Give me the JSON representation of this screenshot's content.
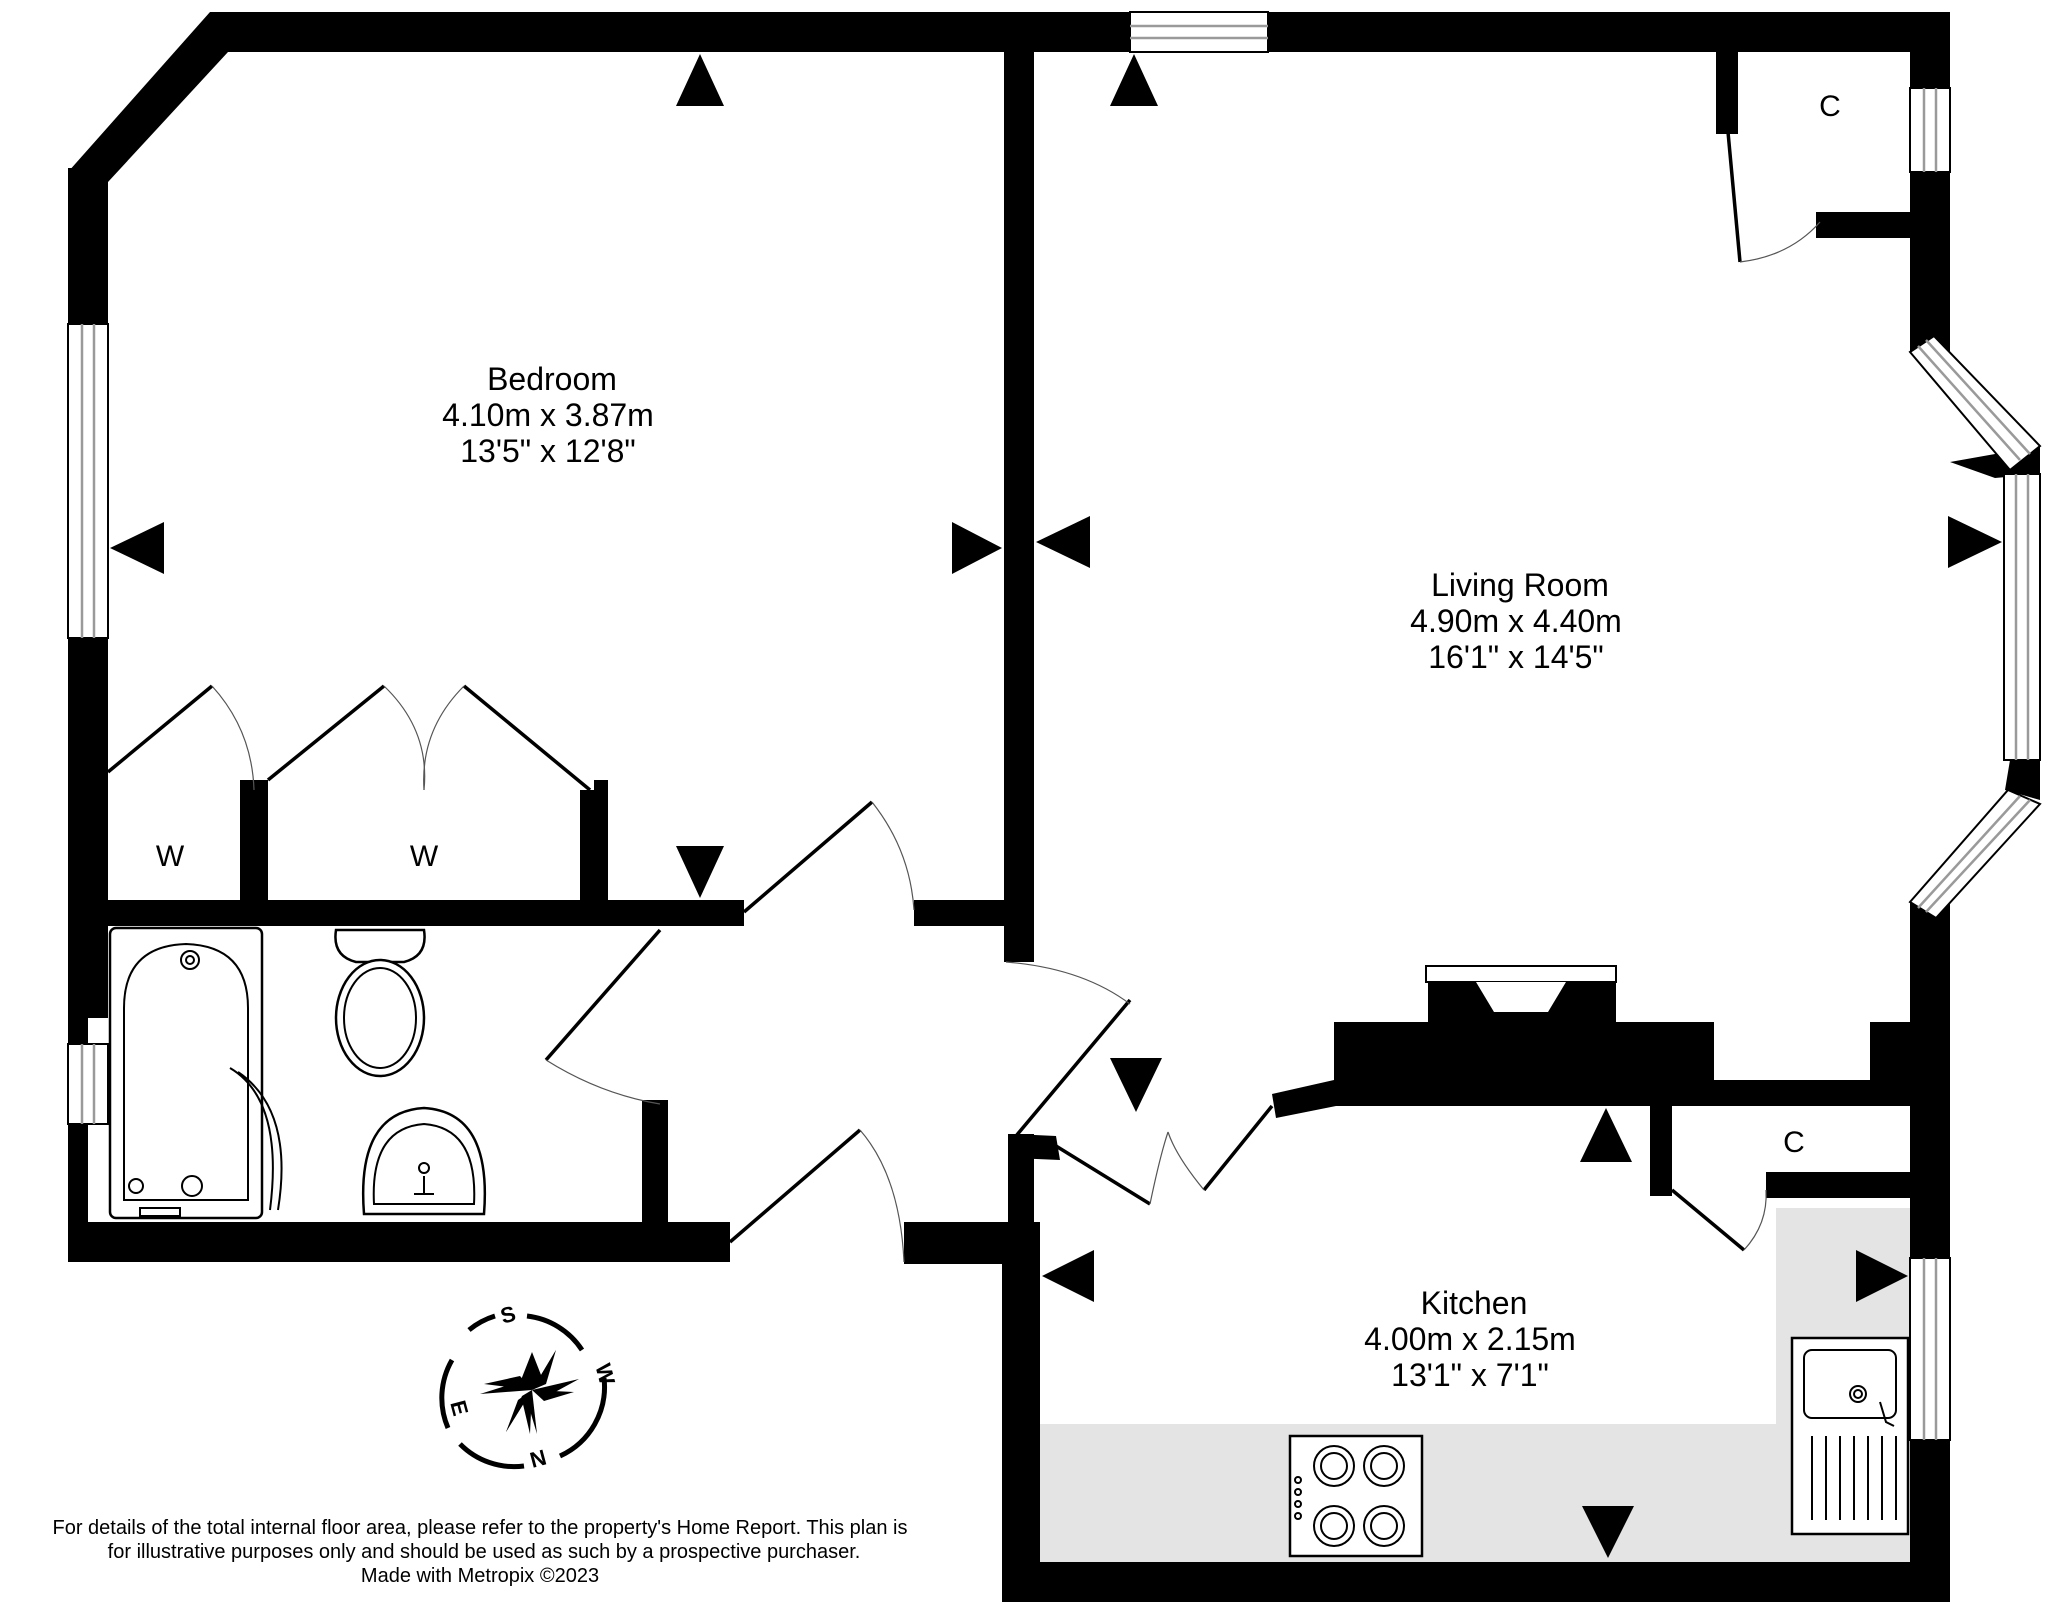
{
  "rooms": {
    "bedroom": {
      "name": "Bedroom",
      "metric": "4.10m  x 3.87m",
      "imperial": "13'5\"  x 12'8\""
    },
    "living_room": {
      "name": "Living Room",
      "metric": "4.90m  x 4.40m",
      "imperial": "16'1\"  x 14'5\""
    },
    "kitchen": {
      "name": "Kitchen",
      "metric": "4.00m  x 2.15m",
      "imperial": "13'1\"  x 7'1\""
    }
  },
  "labels": {
    "wardrobe_1": "W",
    "wardrobe_2": "W",
    "cupboard_living": "C",
    "cupboard_kitchen": "C"
  },
  "compass": {
    "n": "N",
    "s": "S",
    "e": "E",
    "w": "W"
  },
  "footer": {
    "line1": "For details of the total internal floor area, please refer to the property's Home Report. This plan is",
    "line2": "for illustrative purposes only and should be used as such by a prospective purchaser.",
    "line3": "Made with Metropix ©2023"
  }
}
